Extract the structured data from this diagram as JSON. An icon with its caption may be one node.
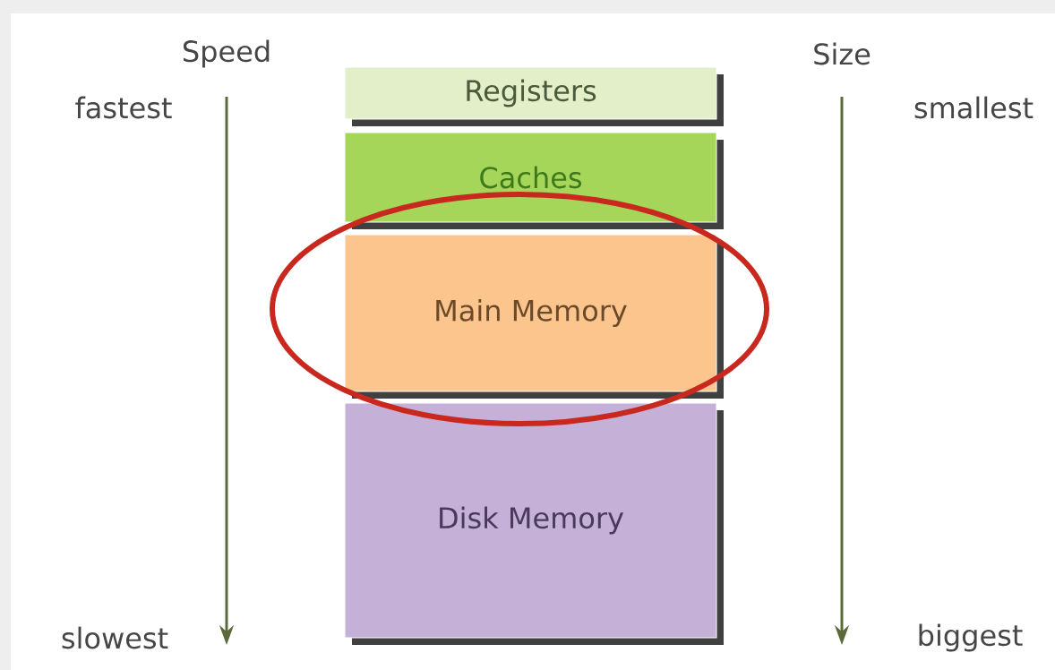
{
  "diagram": {
    "nodes": [
      {
        "text": [
          "Registers"
        ]
      },
      {
        "text": [
          "Caches"
        ]
      },
      {
        "text": [
          "Main Memory"
        ]
      },
      {
        "text": [
          "Disk Memory"
        ]
      }
    ],
    "labels": [
      "Speed",
      "fastest",
      "Size",
      "smallest",
      "slowest",
      "biggest"
    ]
  }
}
